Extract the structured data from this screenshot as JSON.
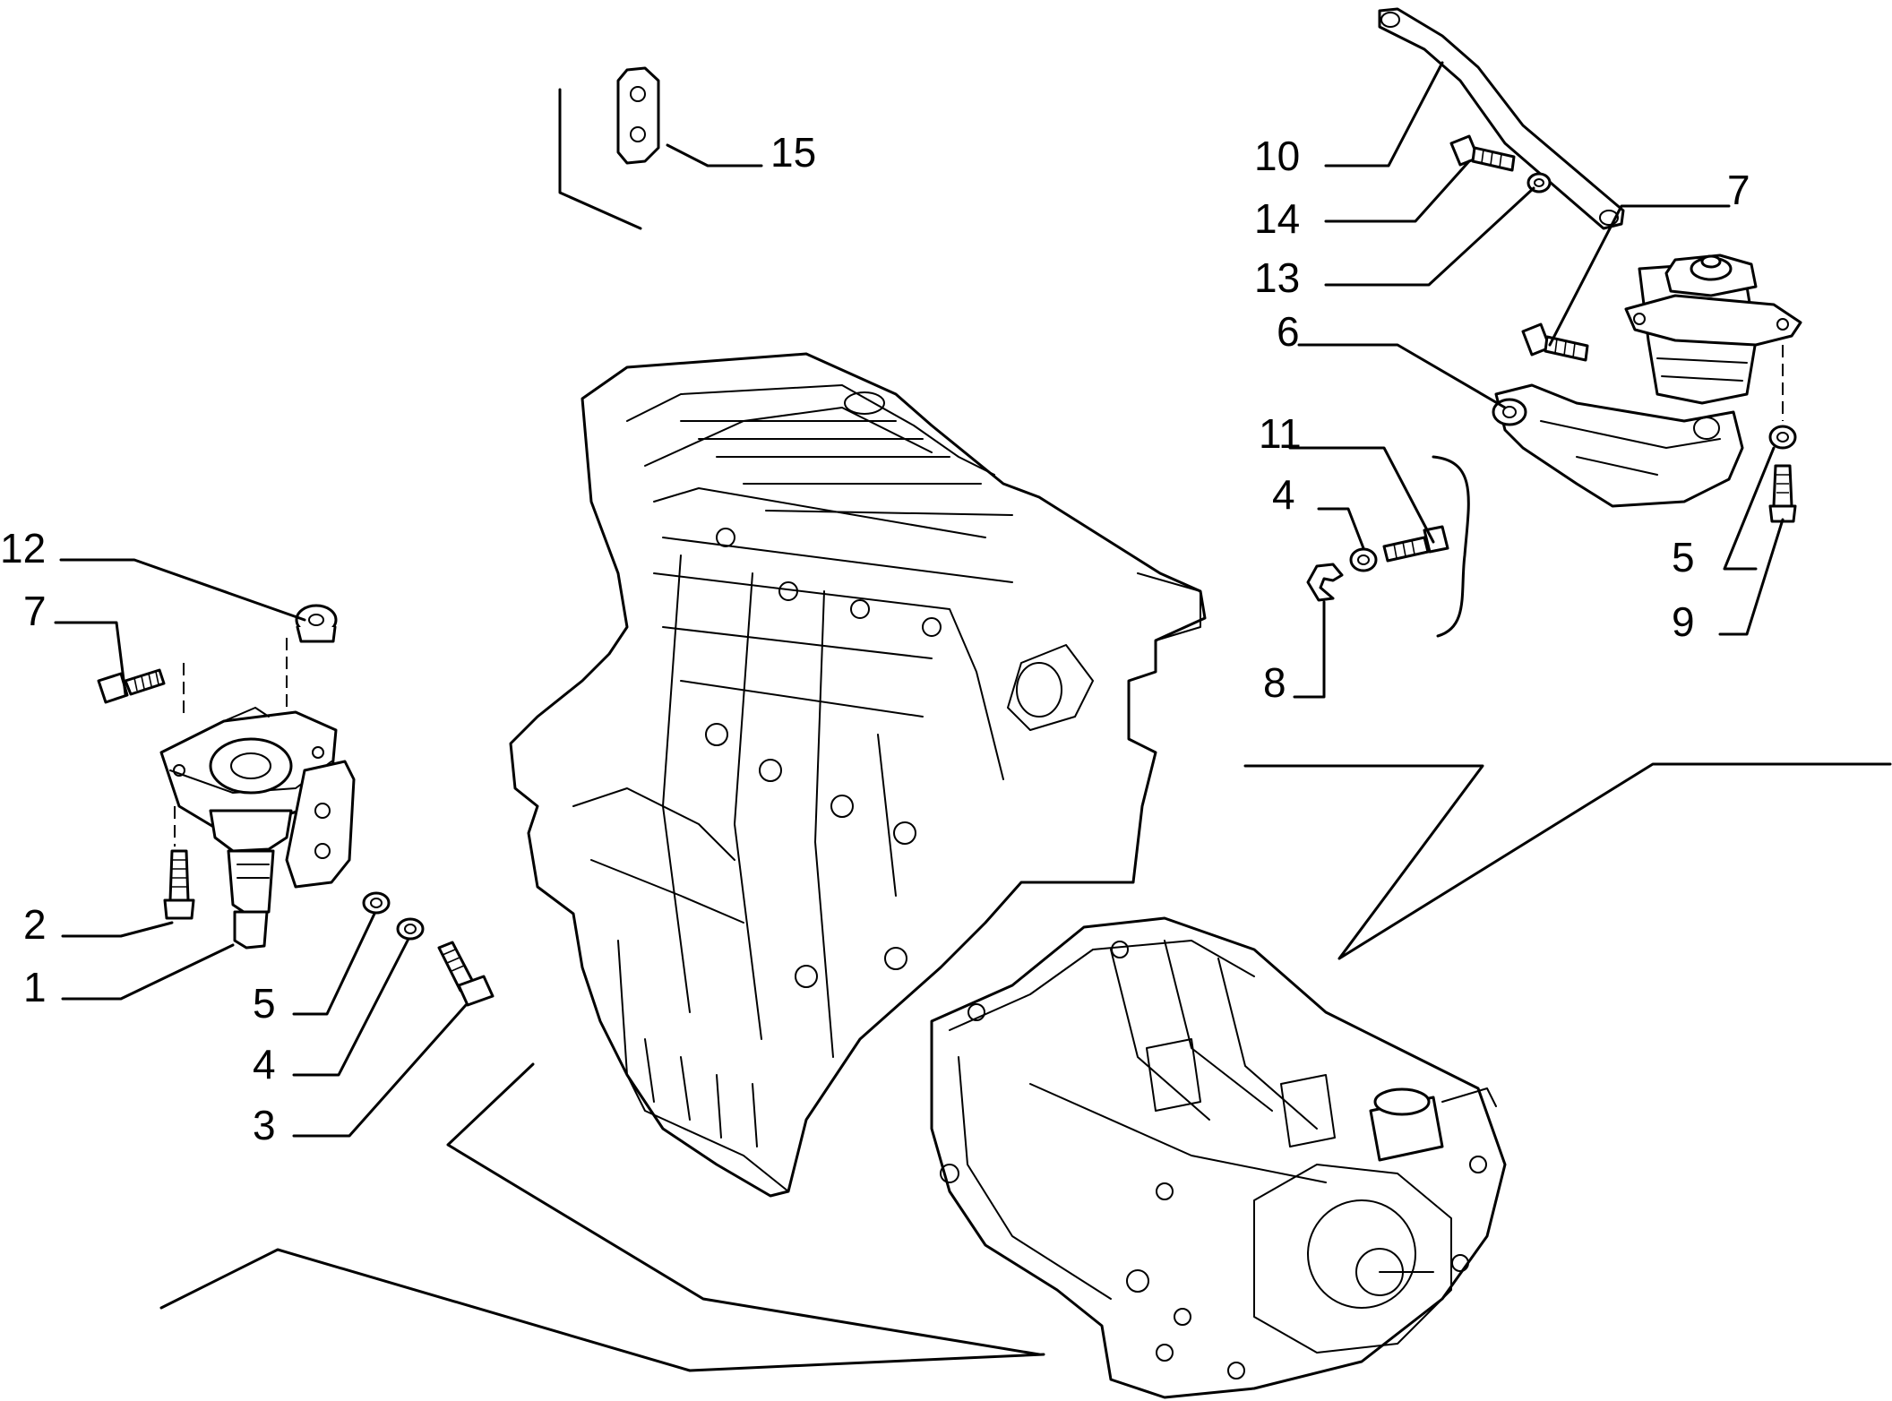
{
  "diagram": {
    "callouts": [
      {
        "id": "c15",
        "text": "15"
      },
      {
        "id": "c10",
        "text": "10"
      },
      {
        "id": "c14",
        "text": "14"
      },
      {
        "id": "c13",
        "text": "13"
      },
      {
        "id": "c7r",
        "text": "7"
      },
      {
        "id": "c6",
        "text": "6"
      },
      {
        "id": "c11",
        "text": "11"
      },
      {
        "id": "c4r",
        "text": "4"
      },
      {
        "id": "c5r",
        "text": "5"
      },
      {
        "id": "c9",
        "text": "9"
      },
      {
        "id": "c8",
        "text": "8"
      },
      {
        "id": "c12",
        "text": "12"
      },
      {
        "id": "c7l",
        "text": "7"
      },
      {
        "id": "c2",
        "text": "2"
      },
      {
        "id": "c1",
        "text": "1"
      },
      {
        "id": "c5l",
        "text": "5"
      },
      {
        "id": "c4l",
        "text": "4"
      },
      {
        "id": "c3",
        "text": "3"
      }
    ]
  },
  "colors": {
    "line": "#000000",
    "background": "#ffffff"
  }
}
